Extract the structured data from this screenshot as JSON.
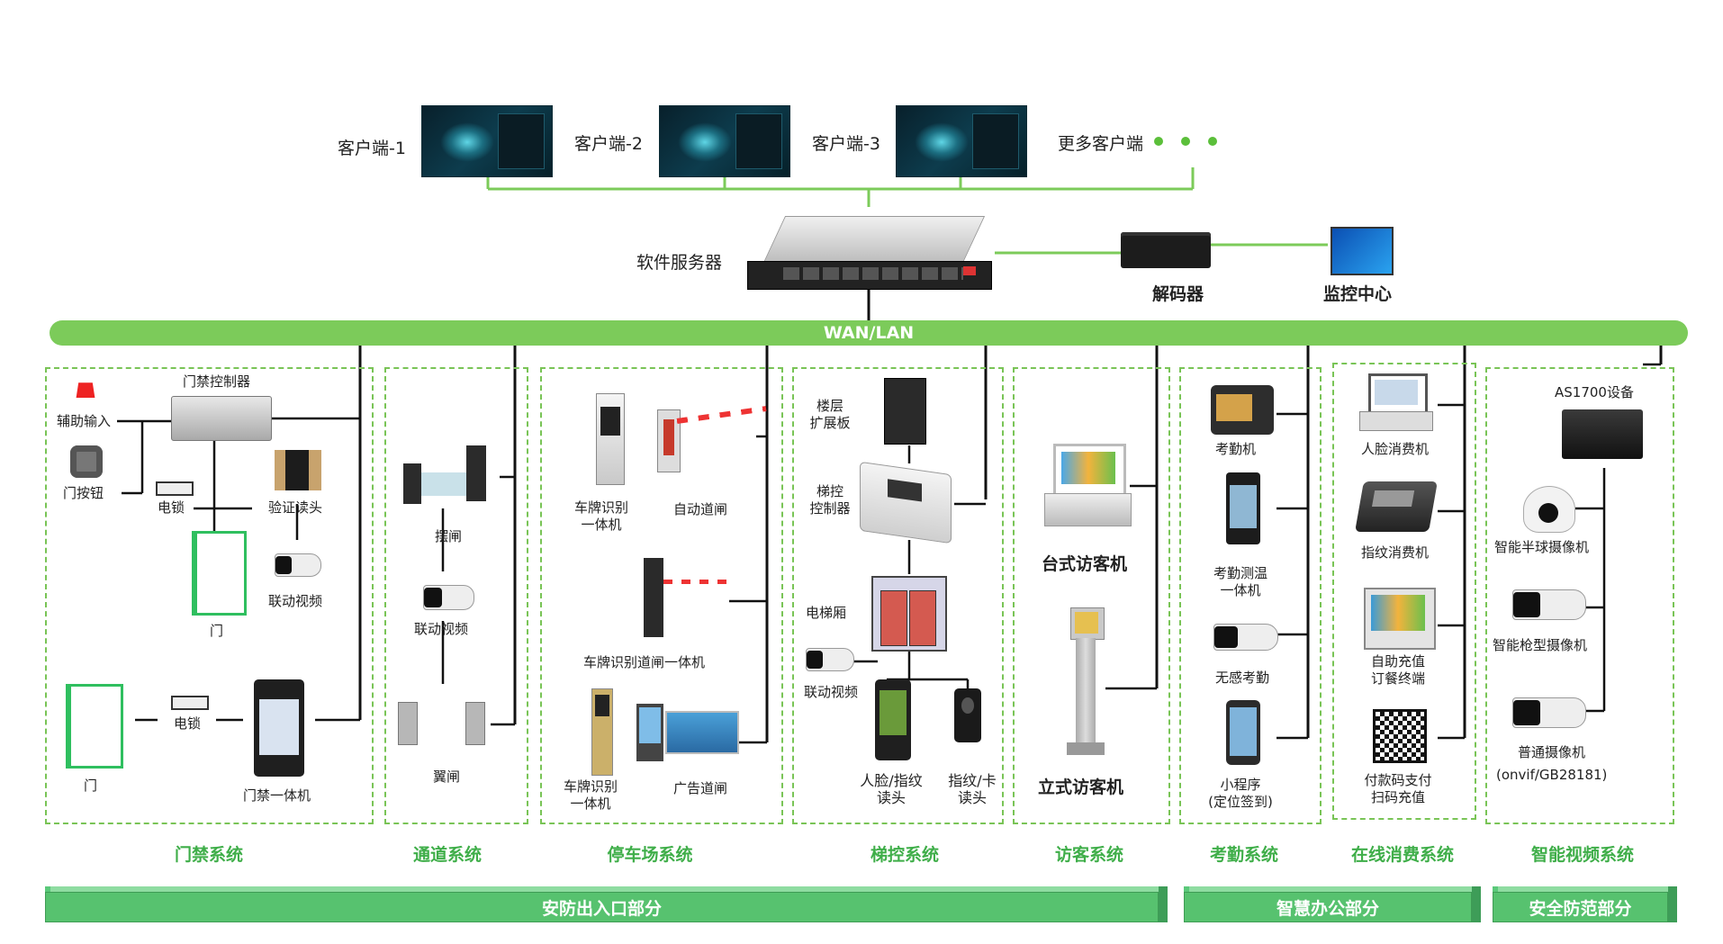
{
  "clients": {
    "c1": "客户端-1",
    "c2": "客户端-2",
    "c3": "客户端-3",
    "more": "更多客户端"
  },
  "server": "软件服务器",
  "decoder": "解码器",
  "monitor": "监控中心",
  "bus": "WAN/LAN",
  "access": {
    "aux_input": "辅助输入",
    "controller": "门禁控制器",
    "door_button": "门按钮",
    "lock1": "电锁",
    "reader": "验证读头",
    "door1": "门",
    "video": "联动视频",
    "door2": "门",
    "lock2": "电锁",
    "terminal": "门禁一体机"
  },
  "channel": {
    "swing": "摆闸",
    "video": "联动视频",
    "wing": "翼闸"
  },
  "parking": {
    "lpr1": "车牌识别\n一体机",
    "barrier": "自动道闸",
    "lpr_gate": "车牌识别道闸一体机",
    "lpr2": "车牌识别\n一体机",
    "ad_gate": "广告道闸"
  },
  "elevator": {
    "floor_board": "楼层\n扩展板",
    "controller": "梯控\n控制器",
    "car": "电梯厢",
    "video": "联动视频",
    "face_reader": "人脸/指纹\n读头",
    "fp_reader": "指纹/卡\n读头"
  },
  "visitor": {
    "desk": "台式访客机",
    "stand": "立式访客机"
  },
  "attendance": {
    "machine": "考勤机",
    "temp": "考勤测温\n一体机",
    "camera": "无感考勤",
    "mini": "小程序\n(定位签到)"
  },
  "consume": {
    "face": "人脸消费机",
    "fp": "指纹消费机",
    "kiosk": "自助充值\n订餐终端",
    "qr": "付款码支付\n扫码充值"
  },
  "video": {
    "as1700": "AS1700设备",
    "dome": "智能半球摄像机",
    "bullet": "智能枪型摄像机",
    "normal": "普通摄像机",
    "normal_note": "(onvif/GB28181)"
  },
  "categories": [
    "门禁系统",
    "通道系统",
    "停车场系统",
    "梯控系统",
    "访客系统",
    "考勤系统",
    "在线消费系统",
    "智能视频系统"
  ],
  "sections": {
    "s1": "安防出入口部分",
    "s2": "智慧办公部分",
    "s3": "安全防范部分"
  },
  "colors": {
    "green": "#7ccb5a",
    "accent": "#3fae49",
    "line": "#111111"
  }
}
